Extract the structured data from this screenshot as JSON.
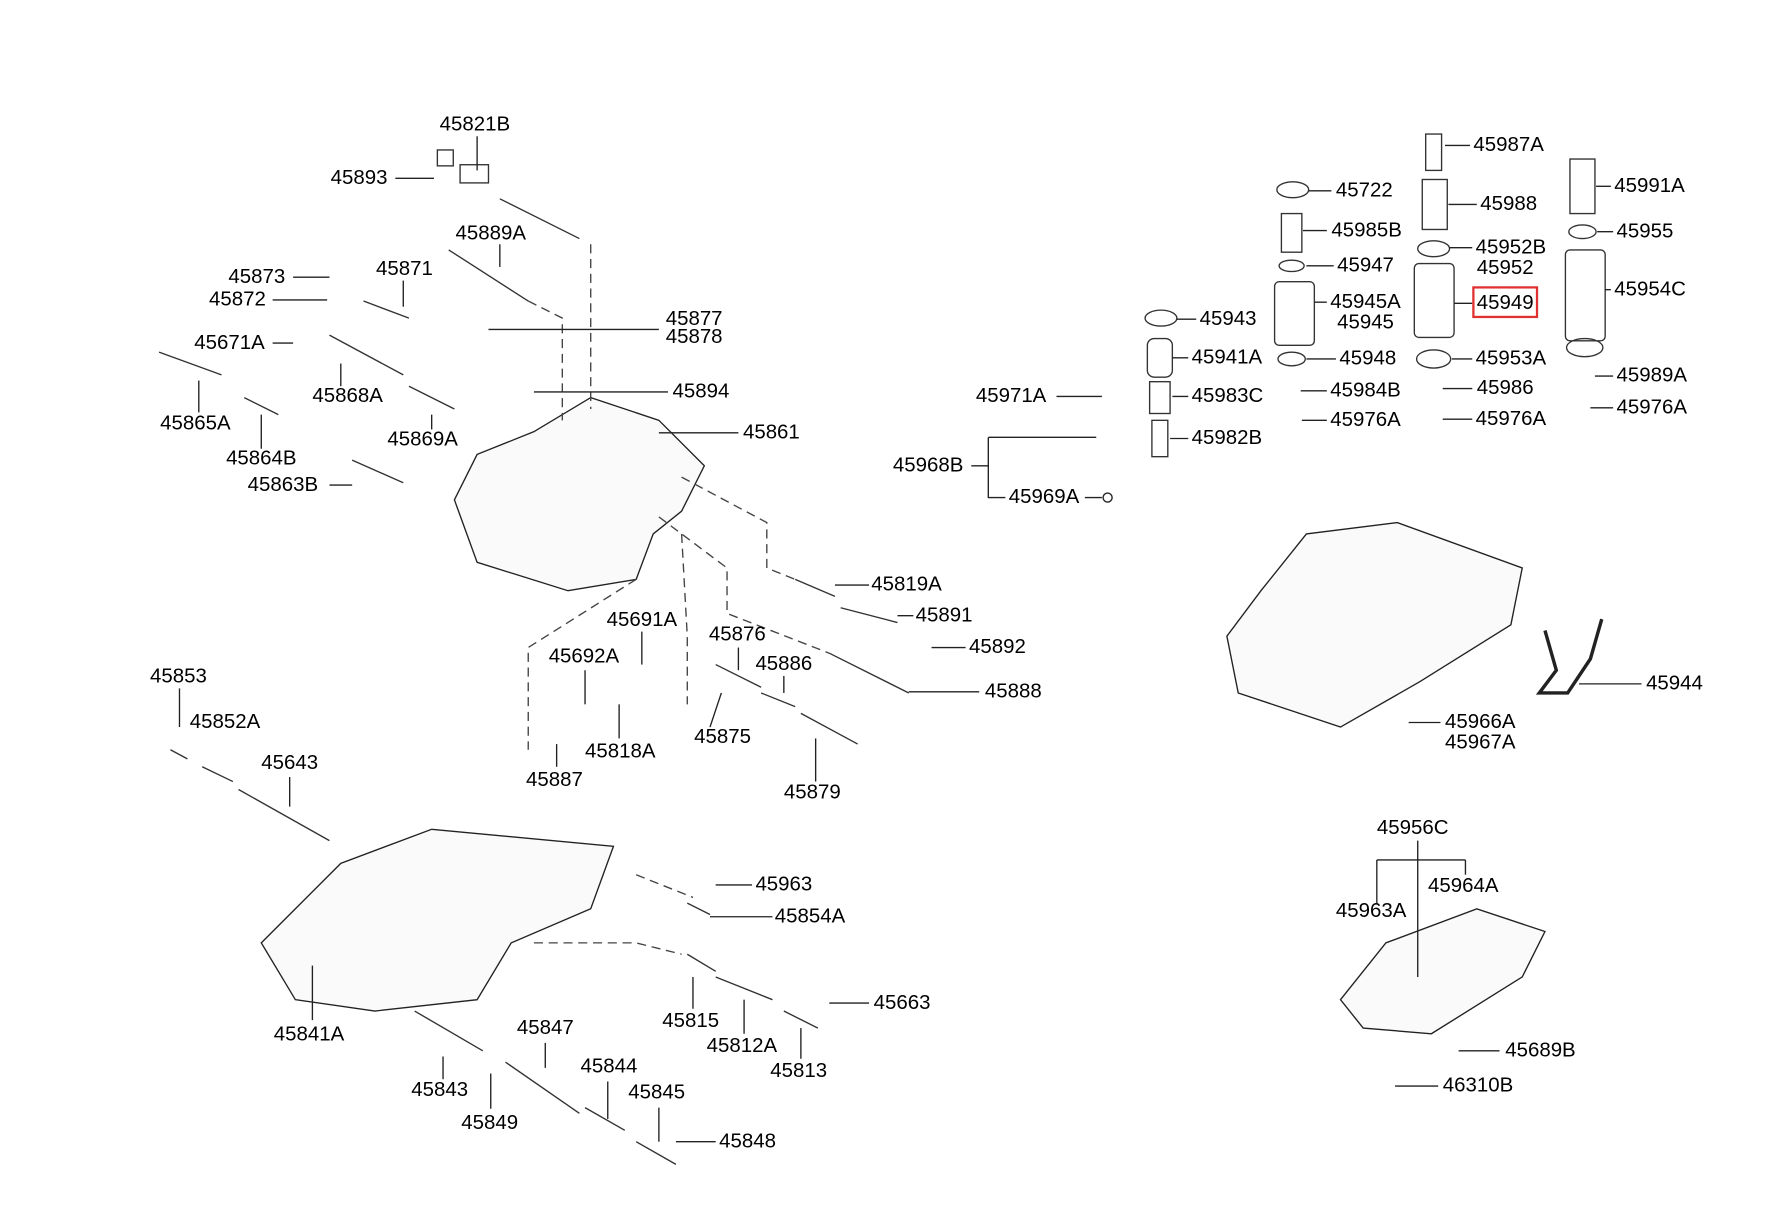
{
  "highlighted_part": "45949",
  "highlight_color": "#e03030",
  "labels": [
    "45821B",
    "45893",
    "45889A",
    "45873",
    "45871",
    "45872",
    "45877",
    "45878",
    "45671A",
    "45894",
    "45868A",
    "45865A",
    "45869A",
    "45861",
    "45864B",
    "45863B",
    "45819A",
    "45691A",
    "45891",
    "45876",
    "45692A",
    "45892",
    "45886",
    "45853",
    "45888",
    "45852A",
    "45818A",
    "45875",
    "45643",
    "45887",
    "45879",
    "45963",
    "45854A",
    "45663",
    "45841A",
    "45847",
    "45815",
    "45812A",
    "45844",
    "45813",
    "45843",
    "45845",
    "45849",
    "45848",
    "45987A",
    "45722",
    "45991A",
    "45988",
    "45985B",
    "45955",
    "45952B",
    "45947",
    "45952",
    "45954C",
    "45945A",
    "45949",
    "45943",
    "45945",
    "45941A",
    "45948",
    "45953A",
    "45989A",
    "45984B",
    "45986",
    "45971A",
    "45983C",
    "45976A",
    "45976A",
    "45976A",
    "45982B",
    "45968B",
    "45969A",
    "45944",
    "45966A",
    "45967A",
    "45956C",
    "45964A",
    "45963A",
    "45689B",
    "46310B"
  ]
}
